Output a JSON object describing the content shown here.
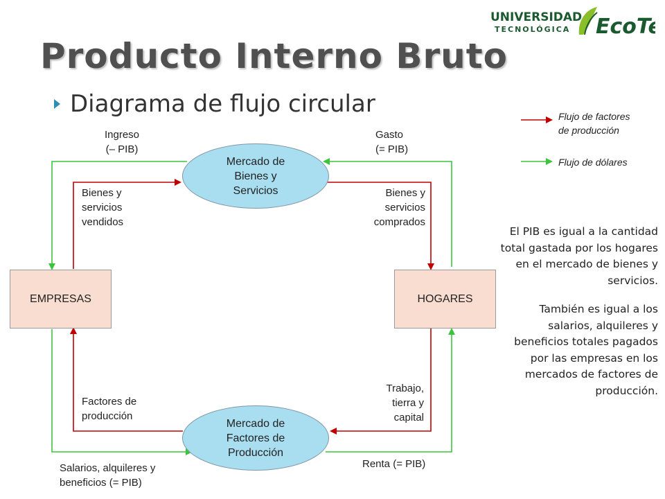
{
  "slide": {
    "title": "Producto Interno Bruto",
    "subtitle": "Diagrama de flujo circular"
  },
  "logo": {
    "line1": "UNIVERSIDAD",
    "line2": "TECNOLÓGICA",
    "brand": "EcoTec"
  },
  "nodes": {
    "mercado_bienes": "Mercado de Bienes y Servicios",
    "mercado_factores": "Mercado de Factores de Producción",
    "empresas": "EMPRESAS",
    "hogares": "HOGARES"
  },
  "labels": {
    "ingreso_1": "Ingreso",
    "ingreso_2": "(– PIB)",
    "gasto_1": "Gasto",
    "gasto_2": "(= PIB)",
    "bienes_vendidos_1": "Bienes y",
    "bienes_vendidos_2": "servicios",
    "bienes_vendidos_3": "vendidos",
    "bienes_comprados_1": "Bienes y",
    "bienes_comprados_2": "servicios",
    "bienes_comprados_3": "comprados",
    "factores_1": "Factores de",
    "factores_2": "producción",
    "trabajo_1": "Trabajo,",
    "trabajo_2": "tierra y",
    "trabajo_3": "capital",
    "salarios_1": "Salarios, alquileres y",
    "salarios_2": "beneficios (= PIB)",
    "renta": "Renta (= PIB)"
  },
  "legend": {
    "factores_1": "Flujo de factores",
    "factores_2": "de producción",
    "dolares": "Flujo de dólares"
  },
  "note": {
    "p1": "El PIB es igual a la cantidad total gastada por los hogares en el mercado de bienes y servicios.",
    "p2": "También es igual a los salarios, alquileres y beneficios totales pagados por las empresas en los mercados de factores de producción."
  },
  "colors": {
    "factor_flow": "#c00000",
    "dollar_flow": "#3cc43c"
  }
}
